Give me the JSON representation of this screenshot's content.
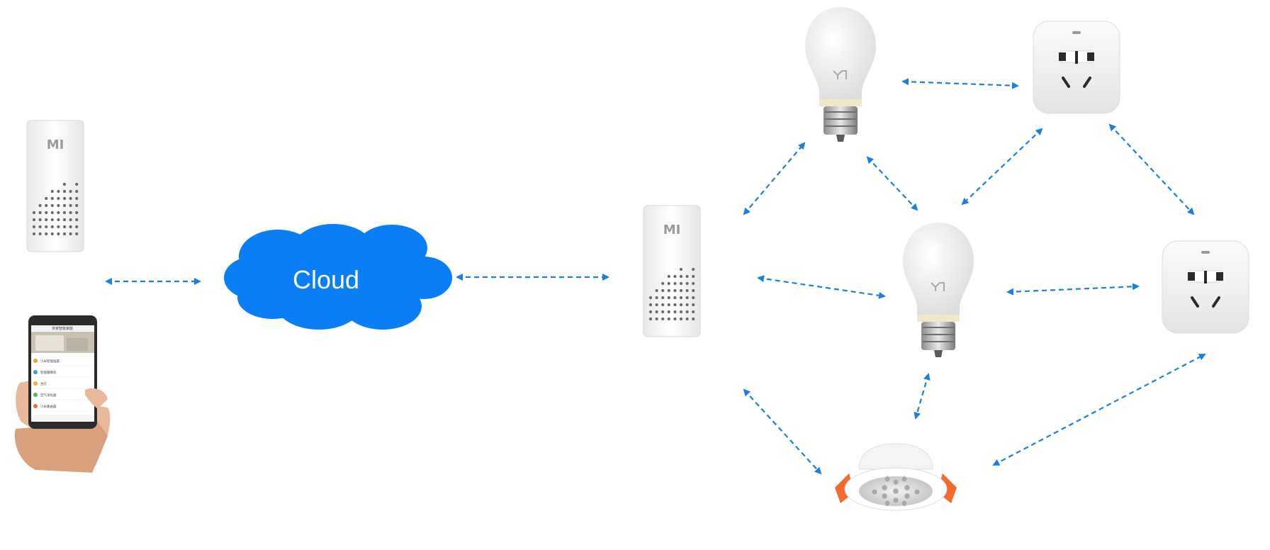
{
  "cloud": {
    "label": "Cloud"
  },
  "speaker": {
    "logo_text": "MI"
  },
  "phone": {
    "app_title": "米家智能家庭",
    "list_items": [
      {
        "name": "小米智能插座",
        "color": "#f0a030"
      },
      {
        "name": "智能摄像机",
        "color": "#3a9de0"
      },
      {
        "name": "台灯",
        "color": "#f5b020"
      },
      {
        "name": "空气净化器",
        "color": "#4cbb5c"
      },
      {
        "name": "小米路由器",
        "color": "#f06a30"
      }
    ]
  },
  "colors": {
    "cloud": "#0a7ff5",
    "arrow": "#1a7fe0",
    "downlight_tab": "#f26a2e"
  },
  "icons": [
    "mi-speaker-icon",
    "smartphone-icon",
    "cloud-icon",
    "bulb-icon",
    "smart-plug-icon",
    "downlight-icon"
  ]
}
